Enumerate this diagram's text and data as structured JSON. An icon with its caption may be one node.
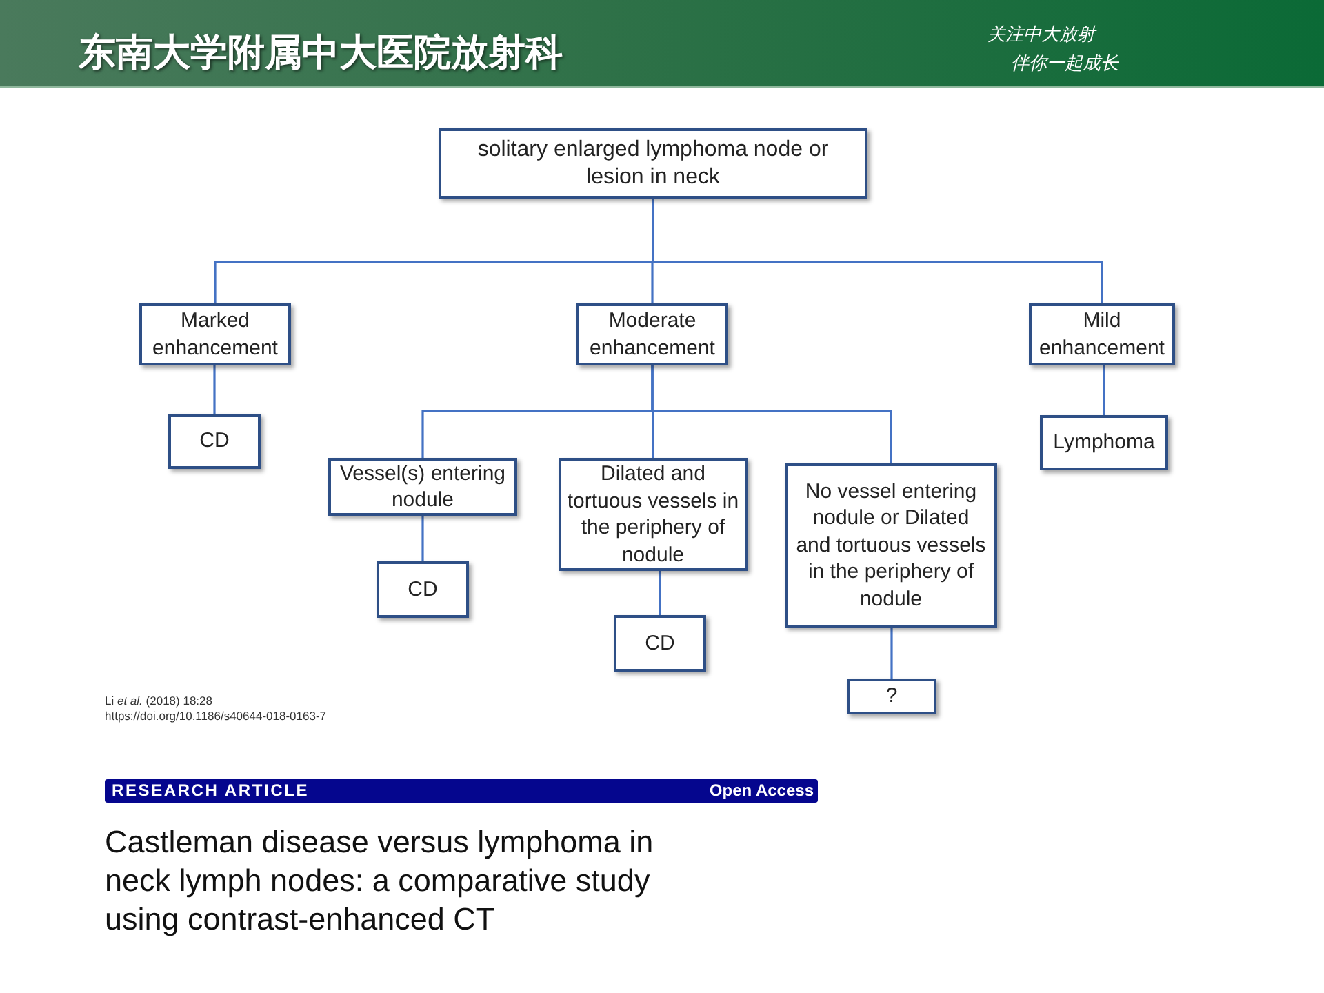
{
  "diagram": {
    "nodes": [
      {
        "text": [
          "solitary enlarged lymphoma node or lesion in neck"
        ]
      },
      {
        "text": [
          "Marked enhancement"
        ]
      },
      {
        "text": [
          "Moderate enhancement"
        ]
      },
      {
        "text": [
          "Mild enhancement"
        ]
      },
      {
        "text": [
          "CD"
        ]
      },
      {
        "text": [
          "Vessel(s) entering nodule"
        ]
      },
      {
        "text": [
          "Dilated and tortuous vessels in the periphery of nodule"
        ]
      },
      {
        "text": [
          "No vessel entering nodule or Dilated and tortuous vessels in the periphery of nodule"
        ]
      },
      {
        "text": [
          "Lymphoma"
        ]
      },
      {
        "text": [
          "CD"
        ]
      },
      {
        "text": [
          "CD"
        ]
      },
      {
        "text": [
          "?"
        ]
      }
    ],
    "edges": [
      {
        "from": 0,
        "to": 1,
        "arrow": "none"
      },
      {
        "from": 0,
        "to": 2,
        "arrow": "none"
      },
      {
        "from": 0,
        "to": 3,
        "arrow": "none"
      },
      {
        "from": 1,
        "to": 4,
        "arrow": "none"
      },
      {
        "from": 2,
        "to": 5,
        "arrow": "none"
      },
      {
        "from": 2,
        "to": 6,
        "arrow": "none"
      },
      {
        "from": 2,
        "to": 7,
        "arrow": "none"
      },
      {
        "from": 3,
        "to": 8,
        "arrow": "none"
      },
      {
        "from": 5,
        "to": 9,
        "arrow": "none"
      },
      {
        "from": 6,
        "to": 10,
        "arrow": "none"
      },
      {
        "from": 7,
        "to": 11,
        "arrow": "none"
      }
    ],
    "labels": [
      "东南大学附属中大医院放射科",
      "关注中大放射",
      "伴你一起成长",
      "Li *et al.* (2018) 18:28",
      "https://doi.org/10.1186/s40644-018-0163-7",
      "RESEARCH ARTICLE",
      "Open Access",
      "Castleman disease versus lymphoma in neck lymph nodes: a comparative study using contrast-enhanced CT"
    ]
  }
}
